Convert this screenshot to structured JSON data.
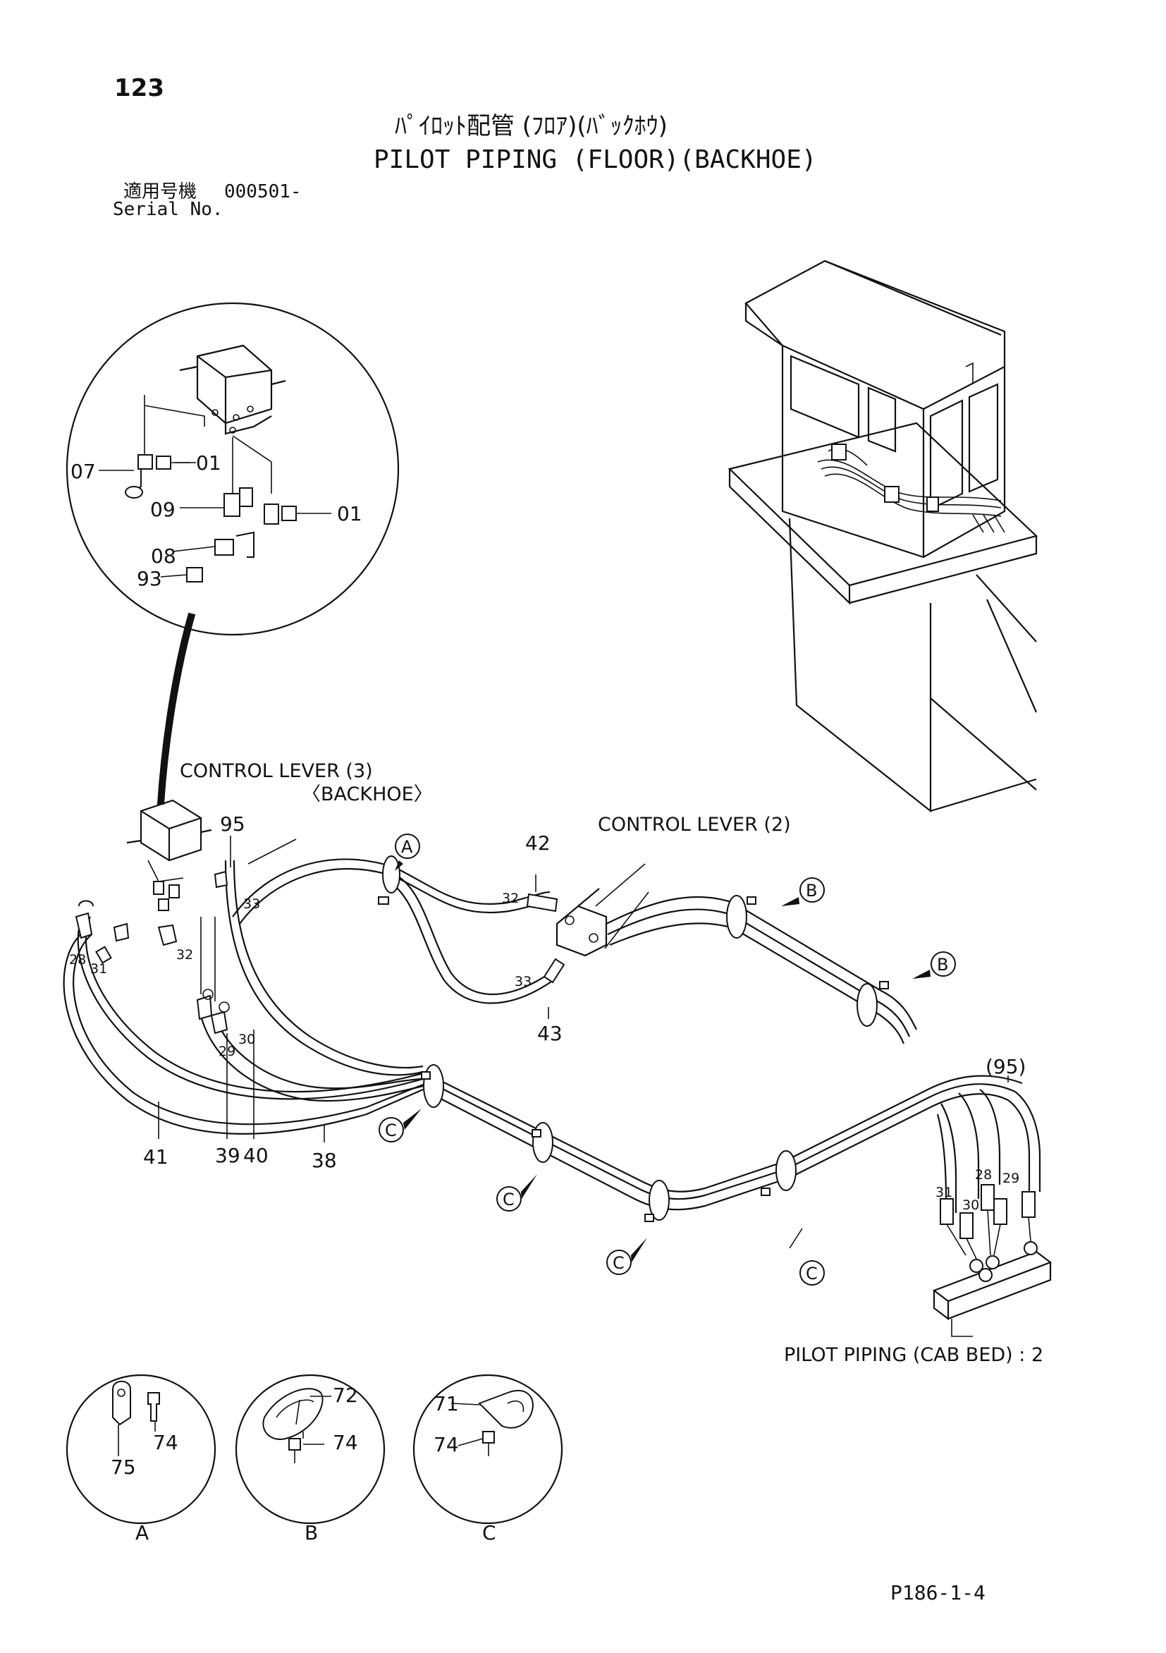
{
  "header": {
    "page_number": "123",
    "title_jp": "ﾊﾟｲﾛｯﾄ配管 (ﾌﾛｱ)(ﾊﾞｯｸﾎｳ)",
    "title_en": "PILOT PIPING (FLOOR)(BACKHOE)",
    "serial_label_jp": "適用号機",
    "serial_value": "000501-",
    "serial_label_en": "Serial No."
  },
  "callouts": {
    "control_lever_3": "CONTROL LEVER (3)",
    "backhoe": "〈BACKHOE〉",
    "control_lever_2": "CONTROL LEVER (2)",
    "cab_bed": "PILOT PIPING (CAB BED) : 2"
  },
  "detail_top": {
    "p07": "07",
    "p01a": "01",
    "p09": "09",
    "p01b": "01",
    "p08": "08",
    "p93": "93"
  },
  "parts": {
    "p95": "95",
    "p33a": "33",
    "p28": "28",
    "p31": "31",
    "p32a": "32",
    "p42": "42",
    "p32b": "32",
    "p33b": "33",
    "p43": "43",
    "p29": "29",
    "p30": "30",
    "p41": "41",
    "p39": "39",
    "p40": "40",
    "p38": "38",
    "p95b": "(95)",
    "p28b": "28",
    "p29b": "29",
    "p31b": "31",
    "p30b": "30"
  },
  "markers": {
    "A": "A",
    "B1": "B",
    "B2": "B",
    "C1": "C",
    "C2": "C",
    "C3": "C",
    "C4": "C"
  },
  "details": {
    "A": {
      "letter": "A",
      "p75": "75",
      "p74": "74"
    },
    "B": {
      "letter": "B",
      "p72": "72",
      "p74": "74"
    },
    "C": {
      "letter": "C",
      "p71": "71",
      "p74": "74"
    }
  },
  "footer": {
    "code": "P186-1-4"
  }
}
